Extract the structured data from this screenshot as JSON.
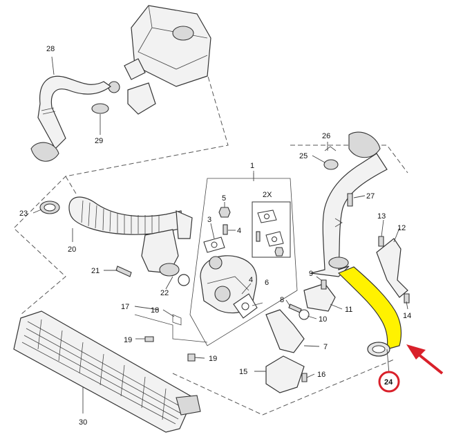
{
  "labels": {
    "l1": "1",
    "l2x": "2X",
    "l3": "3",
    "l4a": "4",
    "l4b": "4",
    "l5": "5",
    "l6": "6",
    "l7": "7",
    "l8": "8",
    "l9": "9",
    "l10": "10",
    "l11": "11",
    "l12": "12",
    "l13": "13",
    "l14": "14",
    "l15": "15",
    "l16": "16",
    "l17": "17",
    "l18": "18",
    "l19a": "19",
    "l19b": "19",
    "l20": "20",
    "l21": "21",
    "l22": "22",
    "l23": "23",
    "l24": "24",
    "l25": "25",
    "l26": "26",
    "l27": "27",
    "l28": "28",
    "l29": "29",
    "l30": "30"
  },
  "colors": {
    "highlight": "#fff200",
    "callout": "#d9202a",
    "line": "#333333"
  },
  "icons": {
    "pointer": "arrow-pointer-icon"
  }
}
